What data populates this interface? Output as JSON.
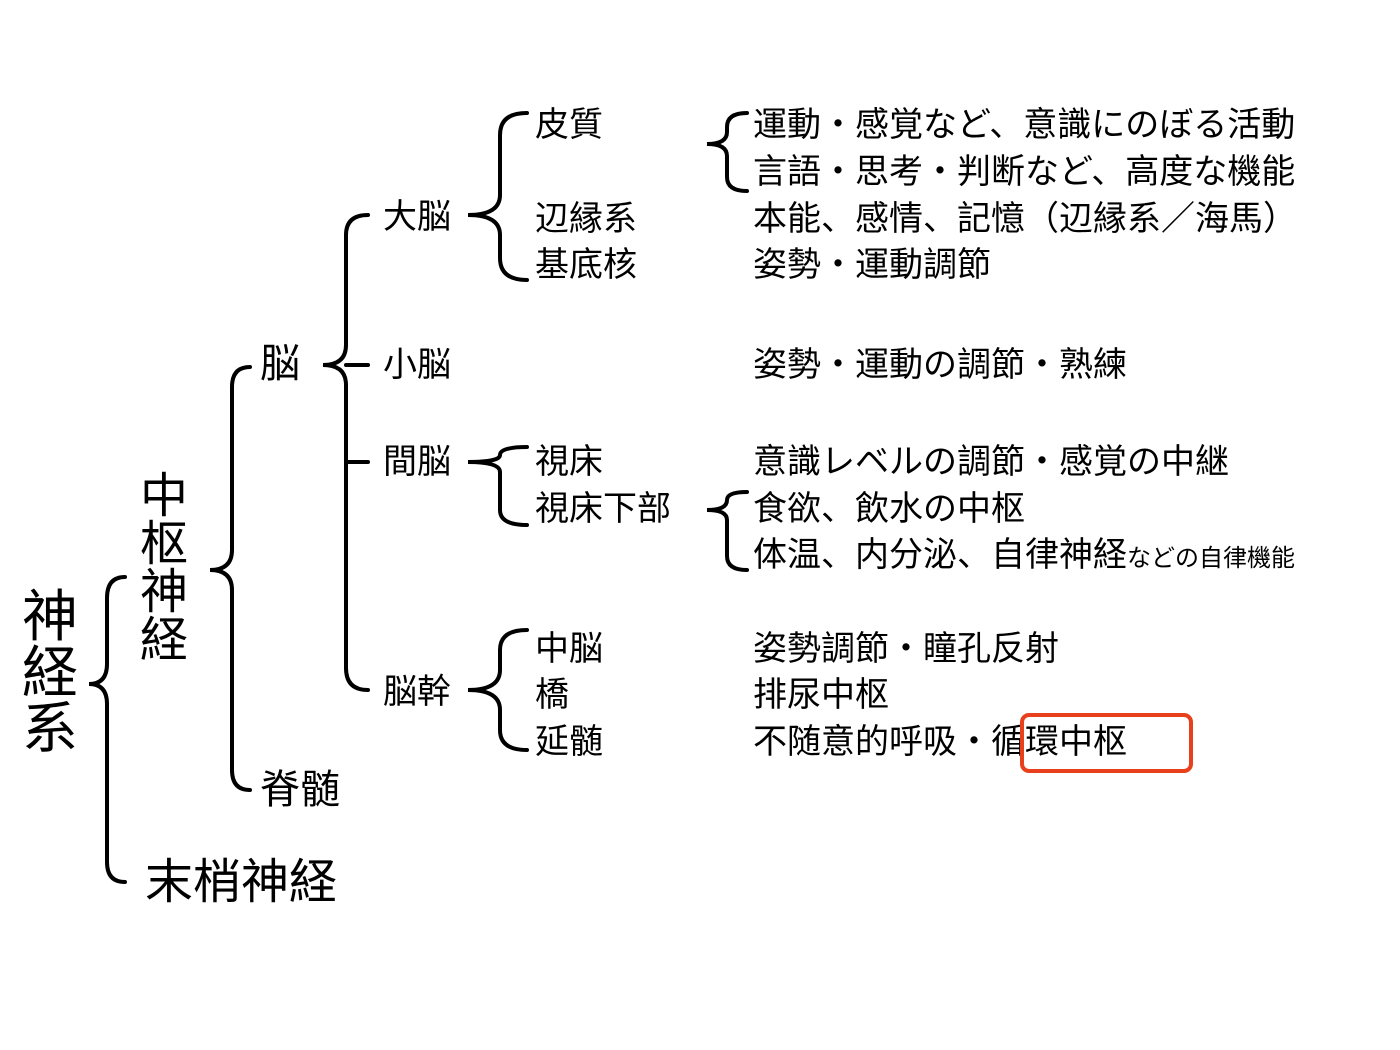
{
  "colors": {
    "text": "#000000",
    "highlight": "#e8401c",
    "background": "#ffffff"
  },
  "nodes": {
    "nervous_system": "神経系",
    "cns": "中枢神経",
    "pns": "末梢神経",
    "brain": "脳",
    "spinal_cord": "脊髄",
    "cerebrum": "大脳",
    "cerebellum": "小脳",
    "diencephalon": "間脳",
    "brainstem": "脳幹",
    "cortex": "皮質",
    "limbic": "辺縁系",
    "basal_ganglia": "基底核",
    "thalamus": "視床",
    "hypothalamus": "視床下部",
    "midbrain": "中脳",
    "pons": "橋",
    "medulla": "延髄"
  },
  "functions": {
    "cortex_1": "運動・感覚など、意識にのぼる活動",
    "cortex_2": "言語・思考・判断など、高度な機能",
    "limbic": "本能、感情、記憶（辺縁系／海馬）",
    "basal_ganglia": "姿勢・運動調節",
    "cerebellum": "姿勢・運動の調節・熟練",
    "thalamus": "意識レベルの調節・感覚の中継",
    "hypothalamus_1": "食欲、飲水の中枢",
    "hypothalamus_2_main": "体温、内分泌、自律神経",
    "hypothalamus_2_small": "などの自律機能",
    "midbrain": "姿勢調節・瞳孔反射",
    "pons": "排尿中枢",
    "medulla_prefix": "不随意的呼吸・",
    "medulla_highlight": "循環中枢"
  }
}
